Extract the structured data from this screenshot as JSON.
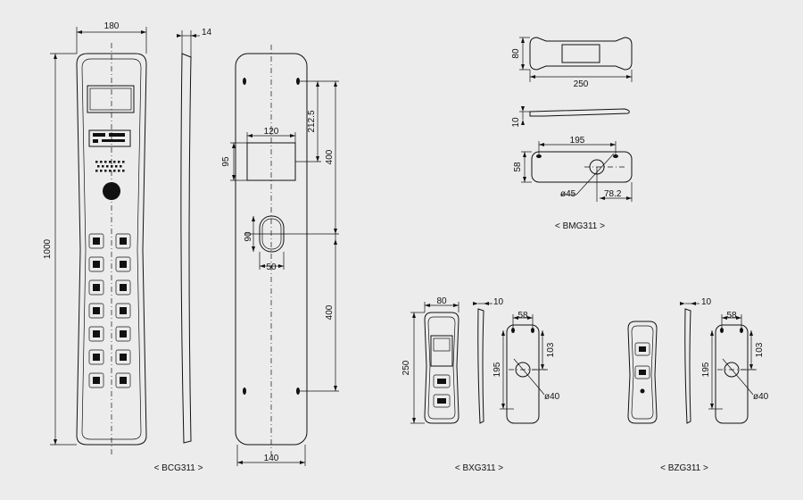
{
  "colors": {
    "background": "#ececec",
    "ink": "#111111"
  },
  "captions": {
    "bcg": "< BCG311 >",
    "bmg": "< BMG311 >",
    "bxg": "< BXG311 >",
    "bzg": "< BZG311 >"
  },
  "dimensions": {
    "bcg_front_width": "180",
    "bcg_side_depth": "14",
    "bcg_height": "1000",
    "bcg_back_cutout_width": "120",
    "bcg_back_cutout_height": "95",
    "bcg_back_offset_top": "212.5",
    "bcg_back_span_upper": "400",
    "bcg_back_span_lower": "400",
    "bcg_back_hole_height": "90",
    "bcg_back_hole_width": "50",
    "bcg_back_bottom_width": "140",
    "bmg_front_height": "80",
    "bmg_front_width": "250",
    "bmg_side_depth": "10",
    "bmg_back_span": "195",
    "bmg_back_height": "58",
    "bmg_back_hole": "ø45",
    "bmg_back_offset": "78.2",
    "bxg_front_width": "80",
    "bxg_side_depth": "10",
    "bxg_back_width": "58",
    "bxg_front_height": "250",
    "bxg_back_span": "195",
    "bxg_back_offset": "103",
    "bxg_back_hole": "ø40",
    "bzg_side_depth": "10",
    "bzg_back_width": "58",
    "bzg_back_span": "195",
    "bzg_back_offset": "103",
    "bzg_back_hole": "ø40"
  }
}
